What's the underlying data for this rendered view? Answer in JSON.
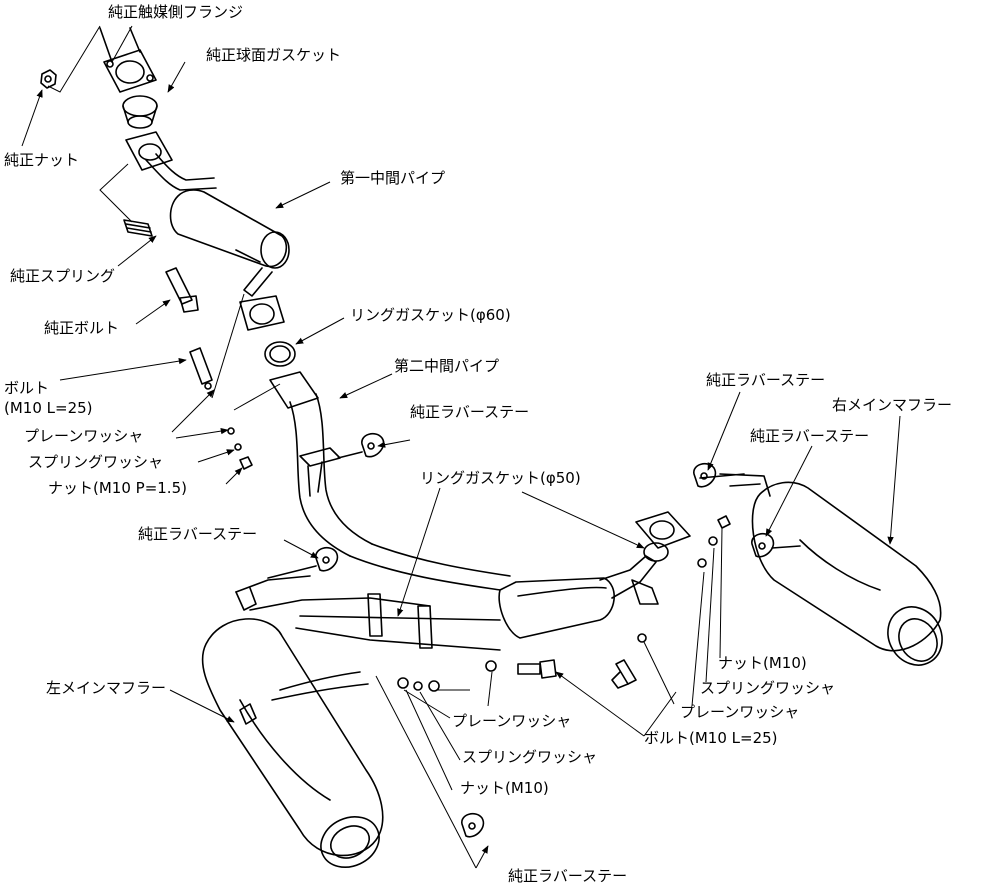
{
  "labels": {
    "oem_catalyst_flange": "純正触媒側フランジ",
    "oem_spherical_gasket": "純正球面ガスケット",
    "oem_nut": "純正ナット",
    "first_middle_pipe": "第一中間パイプ",
    "oem_spring": "純正スプリング",
    "oem_bolt": "純正ボルト",
    "ring_gasket_60": "リングガスケット(φ60)",
    "second_middle_pipe": "第二中間パイプ",
    "bolt_left_line1": "ボルト",
    "bolt_left_line2": "(M10 L=25)",
    "plain_washer_left": "プレーンワッシャ",
    "spring_washer_left": "スプリングワッシャ",
    "nut_left": "ナット(M10 P=1.5)",
    "oem_rubber_stay_center": "純正ラバーステー",
    "ring_gasket_50": "リングガスケット(φ50)",
    "oem_rubber_stay_right_top": "純正ラバーステー",
    "right_main_muffler": "右メインマフラー",
    "oem_rubber_stay_right": "純正ラバーステー",
    "oem_rubber_stay_left": "純正ラバーステー",
    "left_main_muffler": "左メインマフラー",
    "nut_right": "ナット(M10)",
    "spring_washer_right": "スプリングワッシャ",
    "plain_washer_right": "プレーンワッシャ",
    "plain_washer_bottom": "プレーンワッシャ",
    "bolt_bottom": "ボルト(M10 L=25)",
    "spring_washer_bottom": "スプリングワッシャ",
    "nut_bottom": "ナット(M10)",
    "oem_rubber_stay_bottom": "純正ラバーステー"
  },
  "colors": {
    "line": "#000000",
    "background": "#ffffff"
  }
}
